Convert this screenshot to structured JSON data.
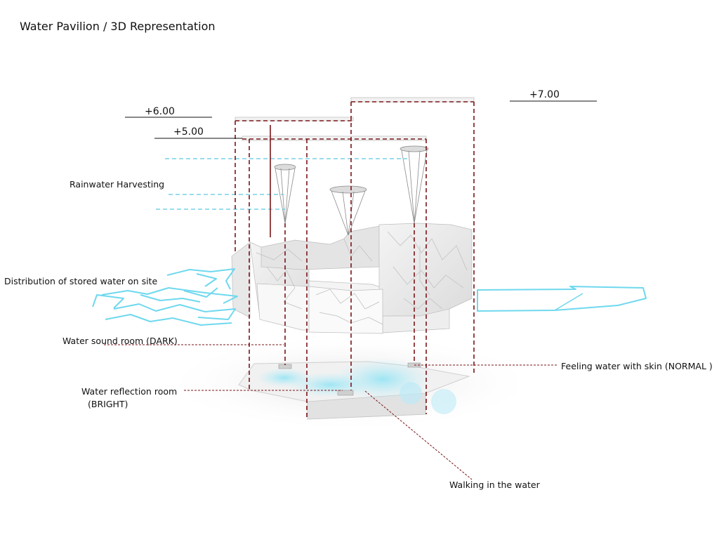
{
  "title": "Water Pavilion / 3D Representation",
  "levels": {
    "l6": "+6.00",
    "l5": "+5.00",
    "l7": "+7.00"
  },
  "labels": {
    "rainwater": "Rainwater Harvesting",
    "distribution": "Distribution of stored water on site",
    "sound_room": "Water sound room (DARK)",
    "feeling": "Feeling water with skin (NORMAL )",
    "reflection_line1": "Water reflection room",
    "reflection_line2": "(BRIGHT)",
    "walking": "Walking in the water"
  },
  "colors": {
    "dashed_frame": "#7a1518",
    "water_outline": "#6fd8ee",
    "rain_line": "#5cc8e0",
    "water_glow": "#9fe6f5",
    "leader": "#7a1518",
    "ink": "#111111"
  }
}
